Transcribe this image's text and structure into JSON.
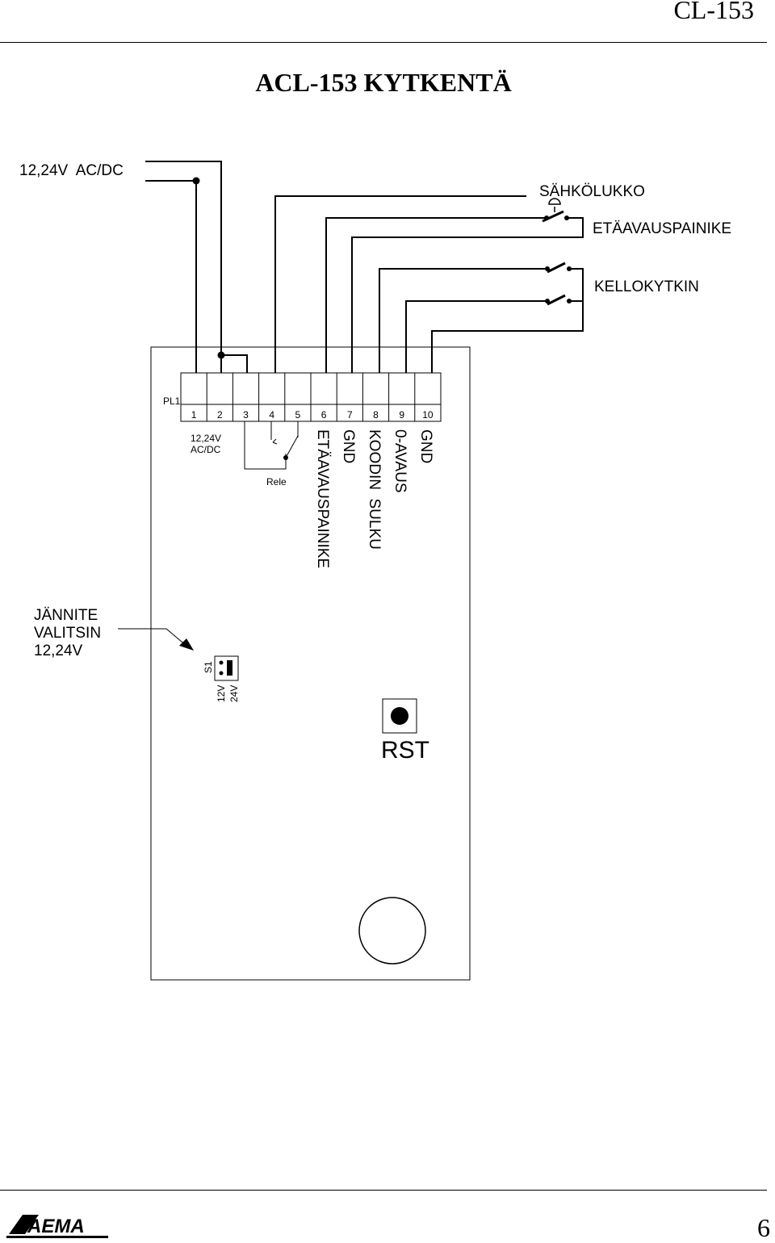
{
  "header": {
    "product_code": "CL-153",
    "title": "ACL-153 KYTKENTÄ"
  },
  "diagram": {
    "supply_label": "12,24V  AC/DC",
    "lock_label": "SÄHKÖLUKKO",
    "remote_button_label": "ETÄAVAUSPAINIKE",
    "clock_switch_label": "KELLOKYTKIN",
    "connector_label": "PL1",
    "terminals": [
      "1",
      "2",
      "3",
      "4",
      "5",
      "6",
      "7",
      "8",
      "9",
      "10"
    ],
    "supply_terminal_label_line1": "12,24V",
    "supply_terminal_label_line2": "AC/DC",
    "relay_label": "Rele",
    "terminal_functions": [
      "ETÄAVAUSPAINIKE",
      "GND",
      "KOODIN  SULKU",
      "0-AVAUS",
      "GND"
    ],
    "voltage_selector_label_line1": "JÄNNITE",
    "voltage_selector_label_line2": "VALITSIN",
    "voltage_selector_label_line3": "12,24V",
    "jumper_label": "S1",
    "jumper_option_12": "12V",
    "jumper_option_24": "24V",
    "reset_label": "RST"
  },
  "footer": {
    "logo_text": "AEMA",
    "page_number": "6"
  }
}
